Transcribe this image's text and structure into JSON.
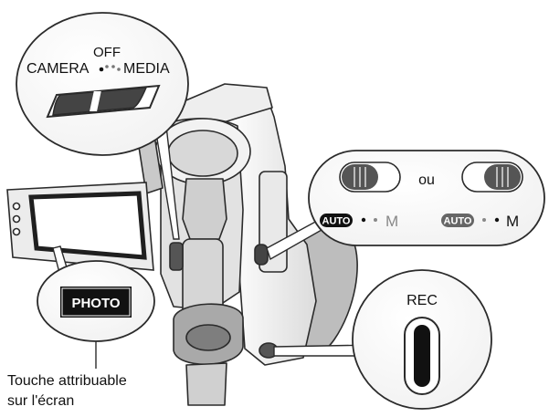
{
  "callouts": {
    "power_switch": {
      "left_label": "CAMERA",
      "middle_label": "OFF",
      "right_label": "MEDIA"
    },
    "mode_switch": {
      "separator": "ou",
      "auto_label": "AUTO",
      "manual_label": "M"
    },
    "photo_button": {
      "label": "PHOTO"
    },
    "rec_button": {
      "label": "REC"
    }
  },
  "caption": {
    "line1": "Touche attribuable",
    "line2": "sur l'écran"
  }
}
